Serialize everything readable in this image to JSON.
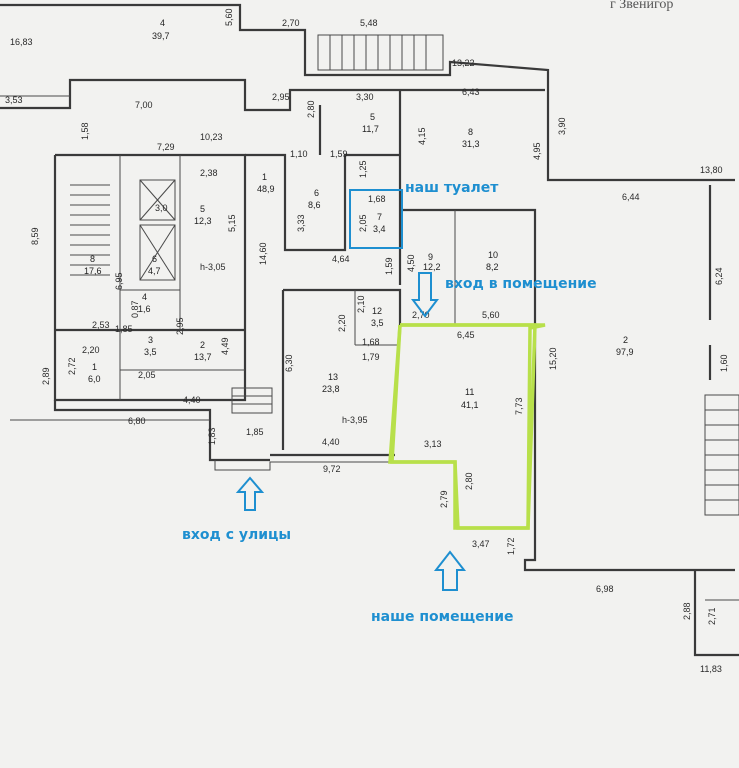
{
  "header_fragment": "г Звенигор",
  "callouts": {
    "toilet": "наш туалет",
    "room_entrance": "вход в помещение",
    "street_entrance": "вход с улицы",
    "our_premises": "наше помещение"
  },
  "colors": {
    "callout": "#1e8fd0",
    "highlight": "#b8e04a",
    "wall": "#3a3a3a"
  },
  "rooms": [
    {
      "id": "r4",
      "number": "4",
      "area": "39,7"
    },
    {
      "id": "r5a",
      "number": "5",
      "area": "11,7"
    },
    {
      "id": "r8a",
      "number": "8",
      "area": "31,3"
    },
    {
      "id": "r1a",
      "number": "1",
      "area": "48,9"
    },
    {
      "id": "r6a",
      "number": "6",
      "area": "8,6"
    },
    {
      "id": "r7",
      "number": "7",
      "area": "3,4"
    },
    {
      "id": "r5b",
      "number": "5",
      "area": "12,3"
    },
    {
      "id": "r9",
      "number": "9",
      "area": "12,2"
    },
    {
      "id": "r10",
      "number": "10",
      "area": "8,2"
    },
    {
      "id": "r2",
      "number": "2",
      "area": "97,9"
    },
    {
      "id": "r12",
      "number": "12",
      "area": "3,5"
    },
    {
      "id": "r13",
      "number": "13",
      "area": "23,8"
    },
    {
      "id": "r11",
      "number": "11",
      "area": "41,1"
    },
    {
      "id": "r8b",
      "number": "8",
      "area": "17,6"
    },
    {
      "id": "r4b",
      "number": "4",
      "area": "1,6"
    },
    {
      "id": "r3",
      "number": "3",
      "area": "3,5"
    },
    {
      "id": "r2b",
      "number": "2",
      "area": "13,7"
    },
    {
      "id": "r1b",
      "number": "1",
      "area": "6,0"
    },
    {
      "id": "r6b",
      "number": "6",
      "area": "4,7"
    }
  ],
  "dimensions": [
    "16,83",
    "5,60",
    "2,70",
    "5,48",
    "13,22",
    "3,53",
    "7,00",
    "2,95",
    "3,30",
    "6,43",
    "3,90",
    "1,58",
    "10,23",
    "2,80",
    "4,15",
    "4,95",
    "7,29",
    "1,10",
    "1,59",
    "13,80",
    "2,38",
    "1,25",
    "6,44",
    "3,0",
    "1,68",
    "3,33",
    "2,05",
    "8,59",
    "5,15",
    "14,60",
    "4,64",
    "1,59",
    "4,50",
    "6,24",
    "6,95",
    "h-3,05",
    "2,10",
    "2,20",
    "2,70",
    "5,60",
    "6,45",
    "2,53",
    "2,95",
    "1,85",
    "1,68",
    "1,79",
    "15,20",
    "1,60",
    "2,20",
    "2,72",
    "0,87",
    "6,30",
    "2,89",
    "2,05",
    "7,73",
    "4,49",
    "4,40",
    "h-3,95",
    "6,80",
    "1,83",
    "1,85",
    "4,40",
    "3,13",
    "9,72",
    "2,79",
    "2,80",
    "3,47",
    "1,72",
    "6,98",
    "2,88",
    "2,71",
    "11,83"
  ]
}
